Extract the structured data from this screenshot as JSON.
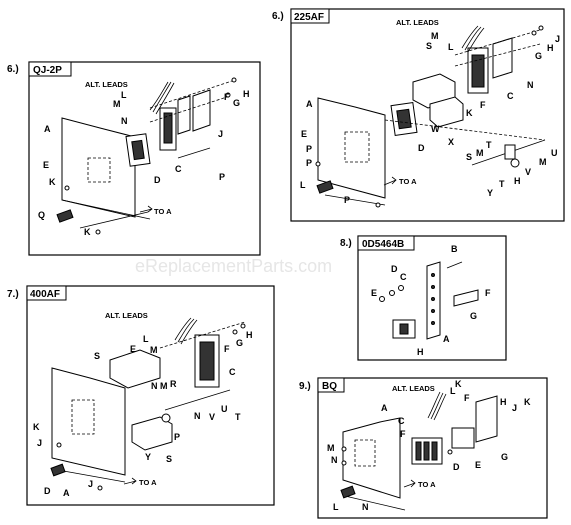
{
  "watermark": "eReplacementParts.com",
  "panels": {
    "p6": {
      "number": "6.)",
      "title": "QJ-2P",
      "alt_leads": "ALT. LEADS",
      "to_a": "TO A",
      "labels": {
        "L": "L",
        "M": "M",
        "N": "N",
        "A": "A",
        "E": "E",
        "K": "K",
        "K2": "K",
        "D": "D",
        "C": "C",
        "F": "F",
        "G": "G",
        "H": "H",
        "J": "J",
        "P": "P",
        "Q": "Q"
      }
    },
    "p6b": {
      "number": "6.)",
      "title": "225AF",
      "alt_leads": "ALT. LEADS",
      "to_a": "TO A",
      "labels": {
        "S": "S",
        "M": "M",
        "L": "L",
        "G": "G",
        "H": "H",
        "J": "J",
        "N": "N",
        "C": "C",
        "F": "F",
        "K": "K",
        "A": "A",
        "E": "E",
        "P": "P",
        "P2": "P",
        "W": "W",
        "X": "X",
        "D": "D",
        "L2": "L",
        "P3": "P",
        "S2": "S",
        "M2": "M",
        "T": "T",
        "U": "U",
        "M3": "M",
        "V": "V",
        "H2": "H",
        "Y": "Y",
        "T2": "T"
      }
    },
    "p7": {
      "number": "7.)",
      "title": "400AF",
      "alt_leads": "ALT. LEADS",
      "to_a": "TO A",
      "labels": {
        "L": "L",
        "M": "M",
        "E": "E",
        "S": "S",
        "N": "N",
        "R": "R",
        "F": "F",
        "G": "G",
        "H": "H",
        "C": "C",
        "K": "K",
        "J": "J",
        "A": "A",
        "D": "D",
        "J2": "J",
        "P": "P",
        "N2": "N",
        "U": "U",
        "V": "V",
        "T": "T",
        "Y": "Y",
        "S2": "S"
      }
    },
    "p8": {
      "number": "8.)",
      "title": "0D5464B",
      "labels": {
        "B": "B",
        "D": "D",
        "C": "C",
        "E": "E",
        "F": "F",
        "G": "G",
        "H": "H",
        "A": "A"
      }
    },
    "p9": {
      "number": "9.)",
      "title": "BQ",
      "alt_leads": "ALT. LEADS",
      "to_a": "TO A",
      "labels": {
        "A": "A",
        "L": "L",
        "K": "K",
        "F": "F",
        "H": "H",
        "J": "J",
        "K2": "K",
        "C": "C",
        "M": "M",
        "N": "N",
        "D": "D",
        "E": "E",
        "G": "G",
        "L2": "L",
        "N2": "N"
      }
    }
  }
}
